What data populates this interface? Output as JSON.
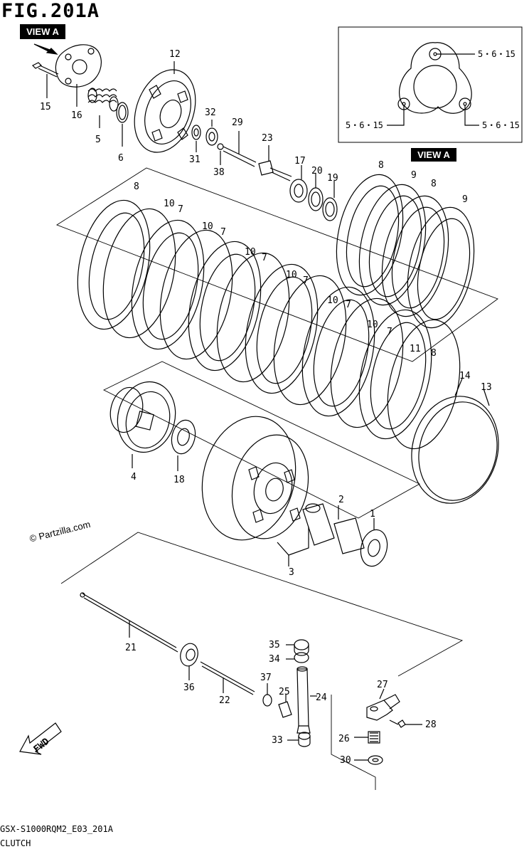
{
  "header": {
    "figure": "FIG.201A"
  },
  "view_tags": {
    "top_left": "VIEW A",
    "inset": "VIEW A"
  },
  "inset": {
    "spec_labels": [
      "5・6・15",
      "5・6・15",
      "5・6・15"
    ]
  },
  "watermark": "© Partzilla.com",
  "footer": {
    "code": "GSX-S1000RQM2_E03_201A",
    "name": "CLUTCH"
  },
  "part_labels": [
    "15",
    "16",
    "5",
    "6",
    "12",
    "31",
    "32",
    "38",
    "29",
    "23",
    "17",
    "20",
    "19",
    "8",
    "9",
    "8",
    "9",
    "8",
    "10",
    "7",
    "10",
    "7",
    "10",
    "7",
    "10",
    "7",
    "10",
    "7",
    "10",
    "7",
    "11",
    "8",
    "14",
    "13",
    "4",
    "18",
    "2",
    "1",
    "3",
    "21",
    "36",
    "22",
    "35",
    "34",
    "37",
    "25",
    "24",
    "33",
    "27",
    "28",
    "26",
    "30"
  ],
  "fwd_label": "FWD"
}
